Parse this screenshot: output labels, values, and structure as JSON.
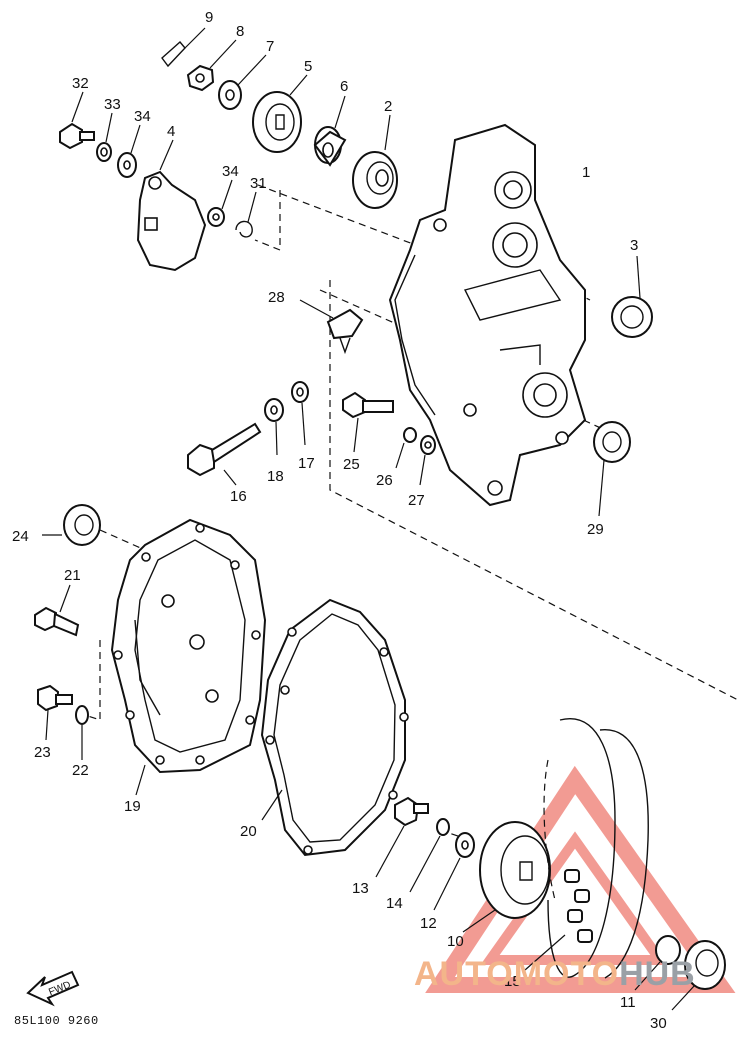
{
  "diagram": {
    "part_numbers": [
      "1",
      "2",
      "3",
      "4",
      "5",
      "6",
      "7",
      "8",
      "9",
      "10",
      "11",
      "12",
      "13",
      "14",
      "15",
      "16",
      "17",
      "18",
      "19",
      "20",
      "21",
      "22",
      "23",
      "24",
      "25",
      "26",
      "27",
      "28",
      "29",
      "30",
      "31",
      "32",
      "33",
      "34",
      "34"
    ],
    "fwd_label": "FWD",
    "catalog_code": "85L100 9260",
    "watermark": {
      "part1": "AUTOMOTO",
      "part2": "HUB"
    }
  },
  "colors": {
    "ink": "#111111",
    "watermark_red": "#e94b3c",
    "watermark_orange": "#f3b58a",
    "watermark_gray": "#9aa0a6"
  }
}
